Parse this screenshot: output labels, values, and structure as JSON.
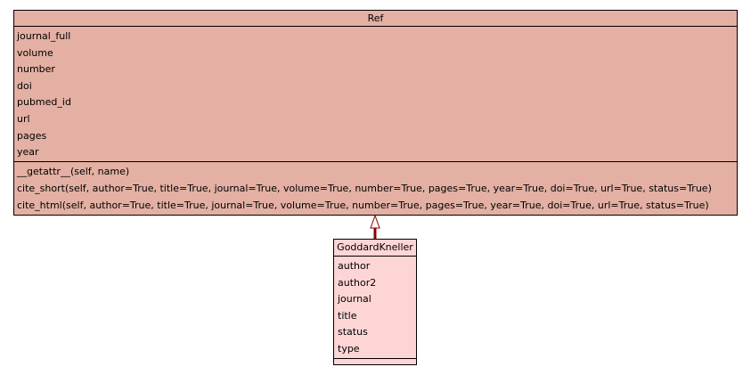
{
  "diagram": {
    "parent_class": {
      "name": "Ref",
      "attributes": [
        "journal_full",
        "volume",
        "number",
        "doi",
        "pubmed_id",
        "url",
        "pages",
        "year"
      ],
      "operations": [
        "__getattr__(self, name)",
        "cite_short(self, author=True, title=True, journal=True, volume=True, number=True, pages=True, year=True, doi=True, url=True, status=True)",
        "cite_html(self, author=True, title=True, journal=True, volume=True, number=True, pages=True, year=True, doi=True, url=True, status=True)"
      ],
      "fill_color": "#e3b0a3"
    },
    "child_class": {
      "name": "GoddardKneller",
      "attributes": [
        "author",
        "author2",
        "journal",
        "title",
        "status",
        "type"
      ],
      "operations": [],
      "fill_color": "#fdd5d5"
    },
    "relationship": {
      "type": "inheritance",
      "line_color": "#8b0000"
    }
  }
}
